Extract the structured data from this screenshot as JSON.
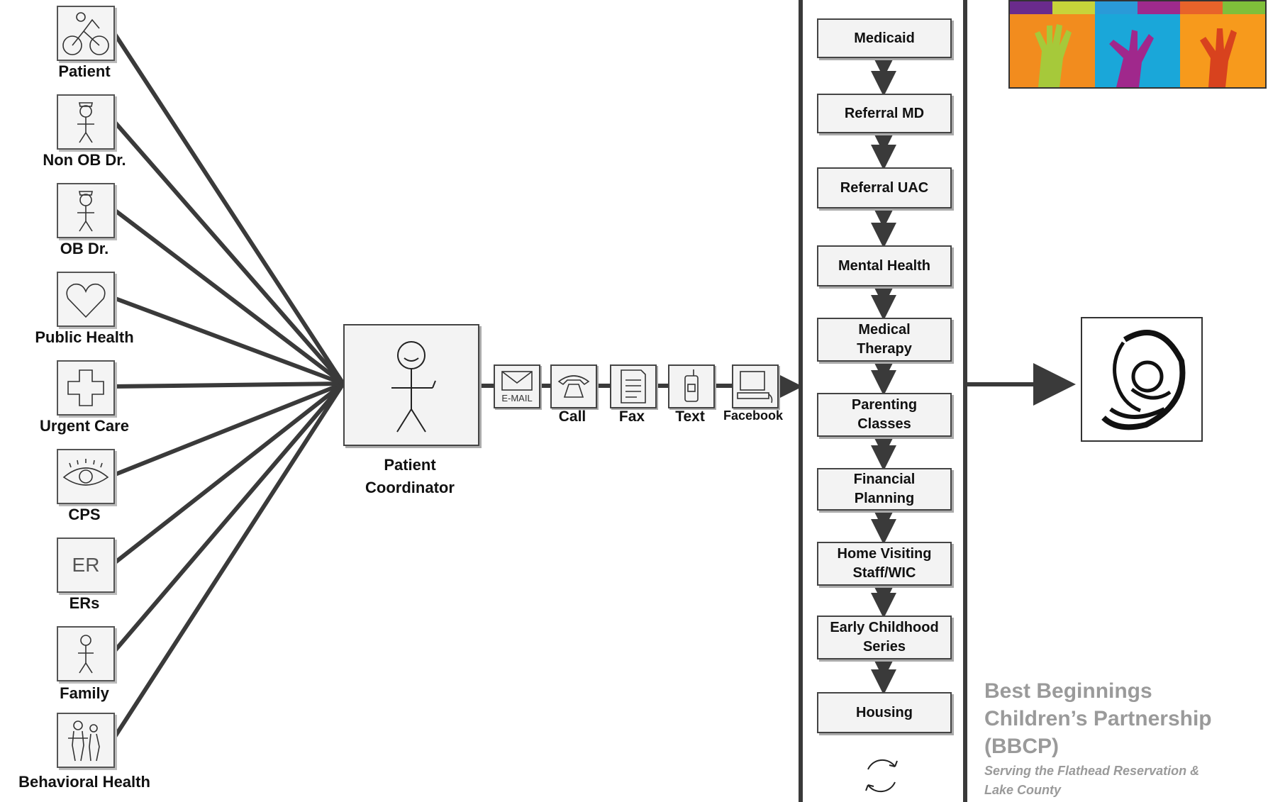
{
  "sources": [
    {
      "label": "Patient",
      "icon": "bicycle-icon"
    },
    {
      "label": "Non OB Dr.",
      "icon": "doctor-icon"
    },
    {
      "label": "OB Dr.",
      "icon": "doctor-icon"
    },
    {
      "label": "Public Health",
      "icon": "heart-icon"
    },
    {
      "label": "Urgent Care",
      "icon": "cross-icon"
    },
    {
      "label": "CPS",
      "icon": "eye-icon"
    },
    {
      "label": "ERs",
      "icon": "er-text-icon",
      "icon_text": "ER"
    },
    {
      "label": "Family",
      "icon": "person-icon"
    },
    {
      "label": "Behavioral Health",
      "icon": "people-icon"
    }
  ],
  "coordinator": {
    "label": "Patient Coordinator",
    "icon": "stick-figure-icon"
  },
  "channels": [
    {
      "label": "",
      "icon": "envelope-icon",
      "icon_text": "E-MAIL"
    },
    {
      "label": "Call",
      "icon": "telephone-icon"
    },
    {
      "label": "Fax",
      "icon": "document-icon"
    },
    {
      "label": "Text",
      "icon": "mobile-phone-icon"
    },
    {
      "label": "Facebook",
      "icon": "computer-icon"
    }
  ],
  "services": [
    "Medicaid",
    "Referral MD",
    "Referral UAC",
    "Mental Health",
    "Medical\nTherapy",
    "Parenting\nClasses",
    "Financial\nPlanning",
    "Home Visiting\nStaff/WIC",
    "Early Childhood\nSeries",
    "Housing"
  ],
  "services_cycle_icon": "cycle-arrows-icon",
  "outcome_icon": "mother-and-baby-icon",
  "logo_icon": "colorful-hands-logo",
  "organization": {
    "name_lines": [
      "Best Beginnings",
      "Children’s Partnership",
      "(BBCP)"
    ],
    "subtitle_lines": [
      "Serving the Flathead Reservation &",
      "Lake County"
    ]
  },
  "colors": {
    "line": "#3a3a3a",
    "box_fill": "#f3f3f3",
    "org_text": "#9a9a9a"
  }
}
